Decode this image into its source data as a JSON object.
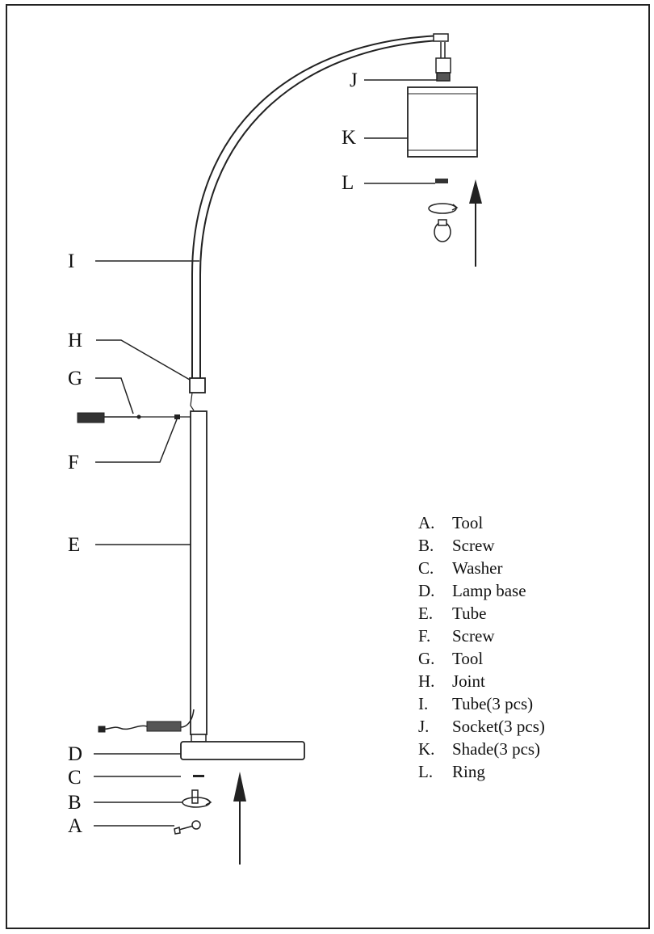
{
  "callouts": {
    "A": "A",
    "B": "B",
    "C": "C",
    "D": "D",
    "E": "E",
    "F": "F",
    "G": "G",
    "H": "H",
    "I": "I",
    "J": "J",
    "K": "K",
    "L": "L"
  },
  "legend": [
    {
      "key": "A.",
      "label": "Tool"
    },
    {
      "key": "B.",
      "label": "Screw"
    },
    {
      "key": "C.",
      "label": "Washer"
    },
    {
      "key": "D.",
      "label": "Lamp base"
    },
    {
      "key": "E.",
      "label": "Tube"
    },
    {
      "key": "F.",
      "label": "Screw"
    },
    {
      "key": "G.",
      "label": "Tool"
    },
    {
      "key": "H.",
      "label": "Joint"
    },
    {
      "key": "I.",
      "label": "Tube(3 pcs)"
    },
    {
      "key": "J.",
      "label": "Socket(3 pcs)"
    },
    {
      "key": "K.",
      "label": "Shade(3 pcs)"
    },
    {
      "key": "L.",
      "label": "Ring"
    }
  ],
  "colors": {
    "line": "#222222",
    "background": "#ffffff"
  }
}
